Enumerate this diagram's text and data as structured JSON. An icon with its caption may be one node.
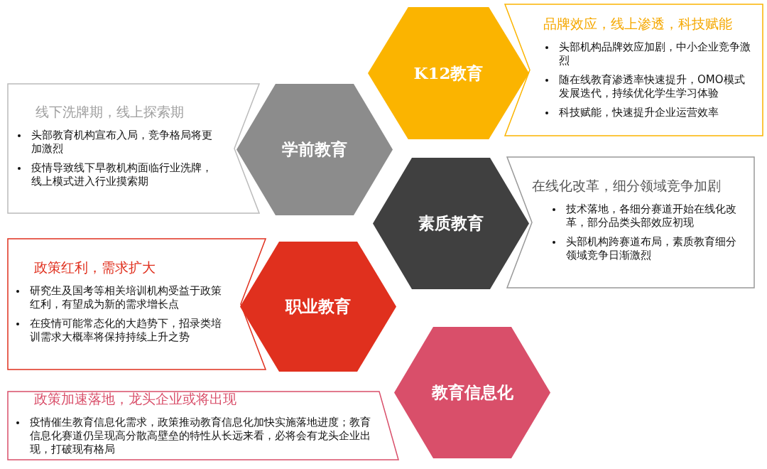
{
  "diagram": {
    "nodes": [
      {
        "text": [
          "K12教育"
        ]
      },
      {
        "text": [
          "品牌效应，线上渗透，科技赋能",
          "头部机构品牌效应加剧，中小企业竞争激烈",
          "随在线教育渗透率快速提升，OMO模式发展迭代，持续优化学生学习体验",
          "科技赋能，快速提升企业运营效率"
        ]
      },
      {
        "text": [
          "学前教育"
        ]
      },
      {
        "text": [
          "线下洗牌期，线上探索期",
          "头部教育机构宣布入局，竞争格局将更加激烈",
          "疫情导致线下早教机构面临行业洗牌，线上模式进入行业摸索期"
        ]
      },
      {
        "text": [
          "素质教育"
        ]
      },
      {
        "text": [
          "在线化改革，细分领域竞争加剧",
          "技术落地，各细分赛道开始在线化改革，部分品类头部效应初现",
          "头部机构跨赛道布局，素质教育细分领域竞争日渐激烈"
        ]
      },
      {
        "text": [
          "职业教育"
        ]
      },
      {
        "text": [
          "政策红利，需求扩大",
          "研究生及国考等相关培训机构受益于政策红利，有望成为新的需求增长点",
          "在疫情可能常态化的大趋势下，招录类培训需求大概率将保持持续上升之势"
        ]
      },
      {
        "text": [
          "教育信息化"
        ]
      },
      {
        "text": [
          "政策加速落地，龙头企业或将出现",
          "疫情催生教育信息化需求，政策推动教育信息化加快实施落地进度；教育信息化赛道仍呈现高分散高壁垒的特性从长远来看，必将会有龙头企业出现，打破现有格局"
        ]
      }
    ]
  }
}
